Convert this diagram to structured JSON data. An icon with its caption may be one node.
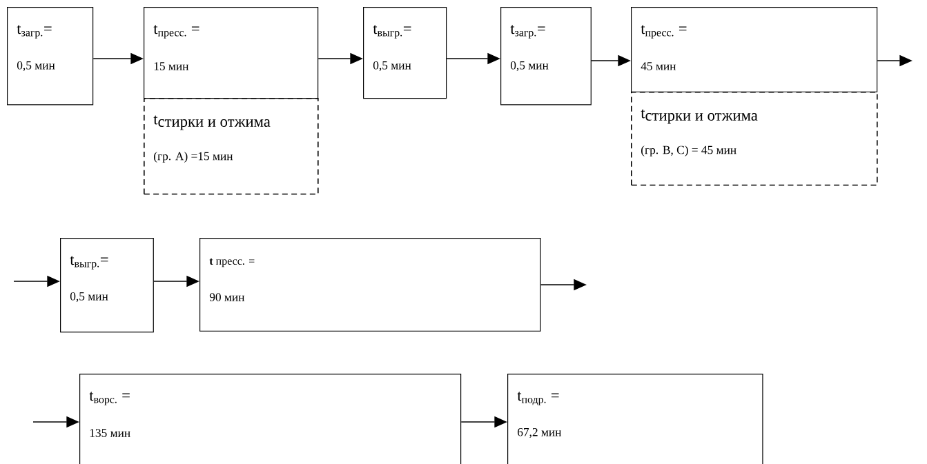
{
  "diagram": {
    "nodes": [
      {
        "text": [
          "t$_{загр.}$=",
          "0,5 мин"
        ]
      },
      {
        "text": [
          "t$_{пресс.}$ =",
          "15 мин"
        ]
      },
      {
        "text": [
          "\\mathrm{t}_{\\mbox{стирки и отжима}}",
          "(гр. А) =15 мин"
        ]
      },
      {
        "text": [
          "t$_{выгр.}$=",
          "0,5 мин"
        ]
      },
      {
        "text": [
          "t$_{загр.}$=",
          "0,5 мин"
        ]
      },
      {
        "text": [
          "t$_{пресс.}$ =",
          "45 мин"
        ]
      },
      {
        "text": [
          "\\mathrm{t}_{\\mbox{стирки и отжима}}",
          "(гр. В, С) = 45 мин"
        ]
      },
      {
        "text": [
          "t$_{выгр.}$=",
          "0,5 мин"
        ]
      },
      {
        "text": [
          "**t** пресс. =",
          "90 мин"
        ]
      },
      {
        "text": [
          "t$_{ворс.}$ =",
          "135 мин"
        ]
      },
      {
        "text": [
          "t$_{подр.}$ =",
          "67,2 мин"
        ]
      }
    ],
    "edges": [
      {
        "from": 0,
        "to": 1,
        "arrow": "to"
      },
      {
        "from": 1,
        "to": 3,
        "arrow": "to"
      },
      {
        "from": 3,
        "to": 4,
        "arrow": "to"
      },
      {
        "from": 4,
        "to": 5,
        "arrow": "to"
      },
      {
        "from": 5,
        "to": null,
        "arrow": "to"
      },
      {
        "from": null,
        "to": 7,
        "arrow": "to"
      },
      {
        "from": 7,
        "to": 8,
        "arrow": "to"
      },
      {
        "from": 8,
        "to": null,
        "arrow": "to"
      },
      {
        "from": null,
        "to": 9,
        "arrow": "to"
      },
      {
        "from": 9,
        "to": 10,
        "arrow": "to"
      }
    ]
  }
}
